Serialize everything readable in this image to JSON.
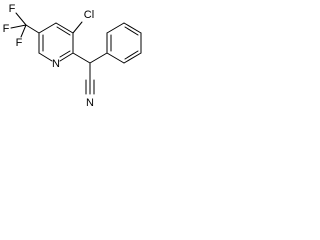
{
  "atoms": {
    "fluorine_top": "F",
    "fluorine_left": "F",
    "fluorine_bottom": "F",
    "chlorine": "Cl",
    "pyridine_nitrogen": "N",
    "nitrile_nitrogen": "N"
  }
}
